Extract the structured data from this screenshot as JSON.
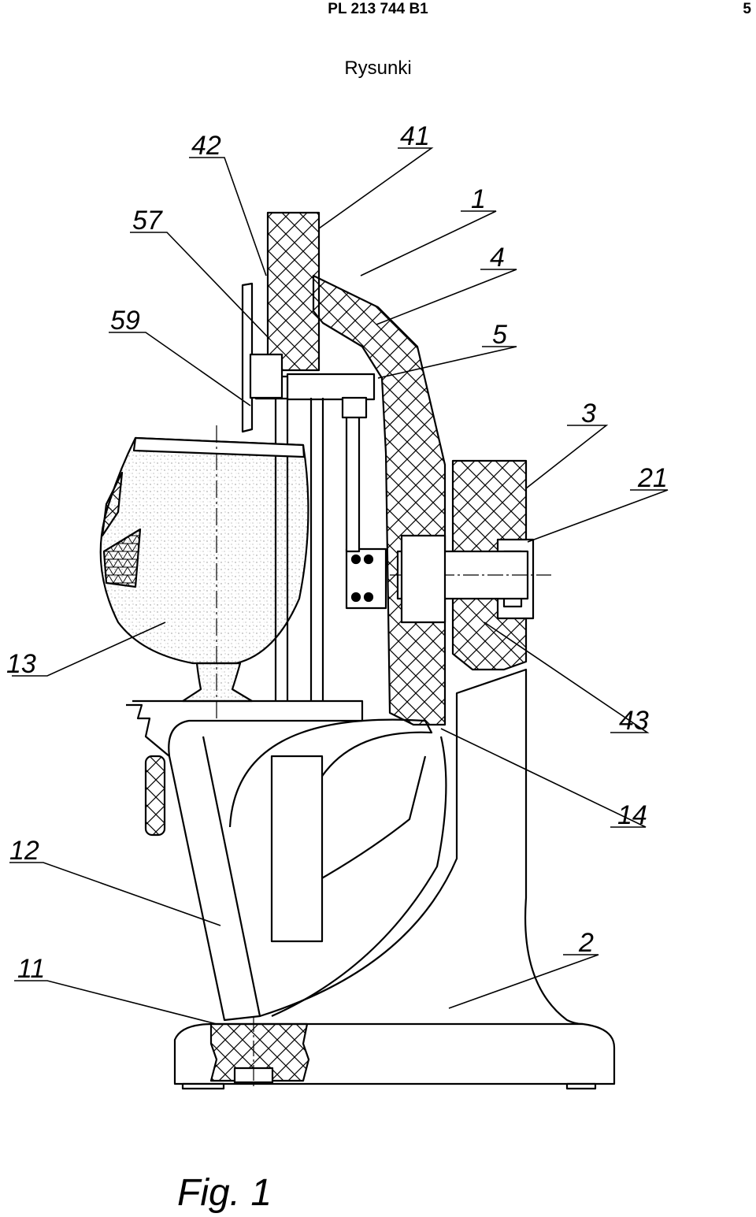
{
  "header": {
    "document_number": "PL 213 744 B1",
    "page_number": "5"
  },
  "section_title": "Rysunki",
  "figure_caption": "Fig. 1",
  "reference_labels": [
    "42",
    "41",
    "1",
    "57",
    "4",
    "59",
    "5",
    "3",
    "21",
    "13",
    "43",
    "14",
    "12",
    "2",
    "11"
  ],
  "colors": {
    "ink": "#000000",
    "paper": "#ffffff",
    "speckle": "#9a9a9a"
  }
}
